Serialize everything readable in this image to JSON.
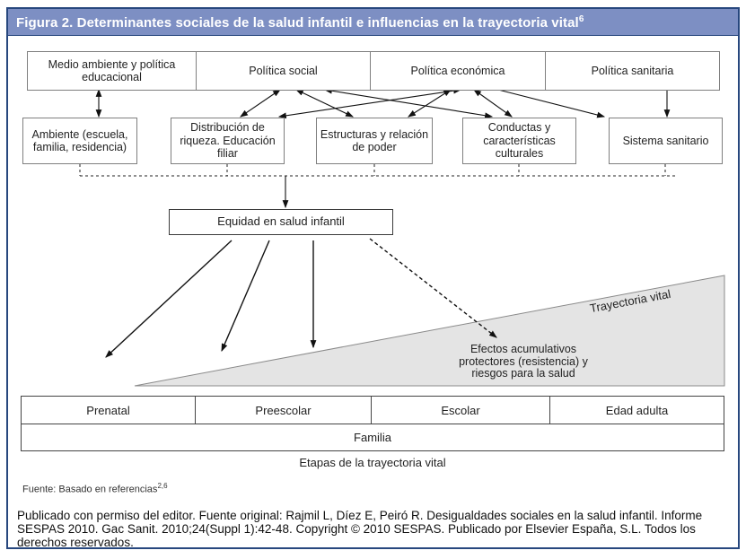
{
  "title": {
    "text": "Figura 2. Determinantes sociales de la salud infantil e influencias en la trayectoria vital",
    "superscript": "6"
  },
  "row1": [
    "Medio ambiente y política educacional",
    "Política social",
    "Política económica",
    "Política sanitaria"
  ],
  "row2": [
    "Ambiente (escuela, familia, residencia)",
    "Distribución de riqueza. Educación filiar",
    "Estructuras y relación de poder",
    "Conductas y características culturales",
    "Sistema sanitario"
  ],
  "equity_box": "Equidad en salud infantil",
  "triangle": {
    "label": "Trayectoria vital",
    "annotation": "Efectos acumulativos protectores (resistencia) y riesgos para la salud",
    "fill_color": "#e4e4e4"
  },
  "stages": {
    "cells": [
      "Prenatal",
      "Preescolar",
      "Escolar",
      "Edad adulta"
    ],
    "family_row": "Familia",
    "caption": "Etapas de la trayectoria vital"
  },
  "source_note": {
    "text": "Fuente: Basado en referencias",
    "superscript": "2,6"
  },
  "footer": "Publicado con permiso del editor. Fuente original: Rajmil L, Díez E, Peiró R. Desigualdades sociales en la salud infantil. Informe SESPAS 2010. Gac Sanit. 2010;24(Suppl 1):42-48. Copyright © 2010 SESPAS. Publicado por Elsevier España, S.L. Todos los derechos reservados.",
  "colors": {
    "title_bar": "#7d8fc3",
    "frame_border": "#27477e",
    "arrow": "#111111"
  }
}
